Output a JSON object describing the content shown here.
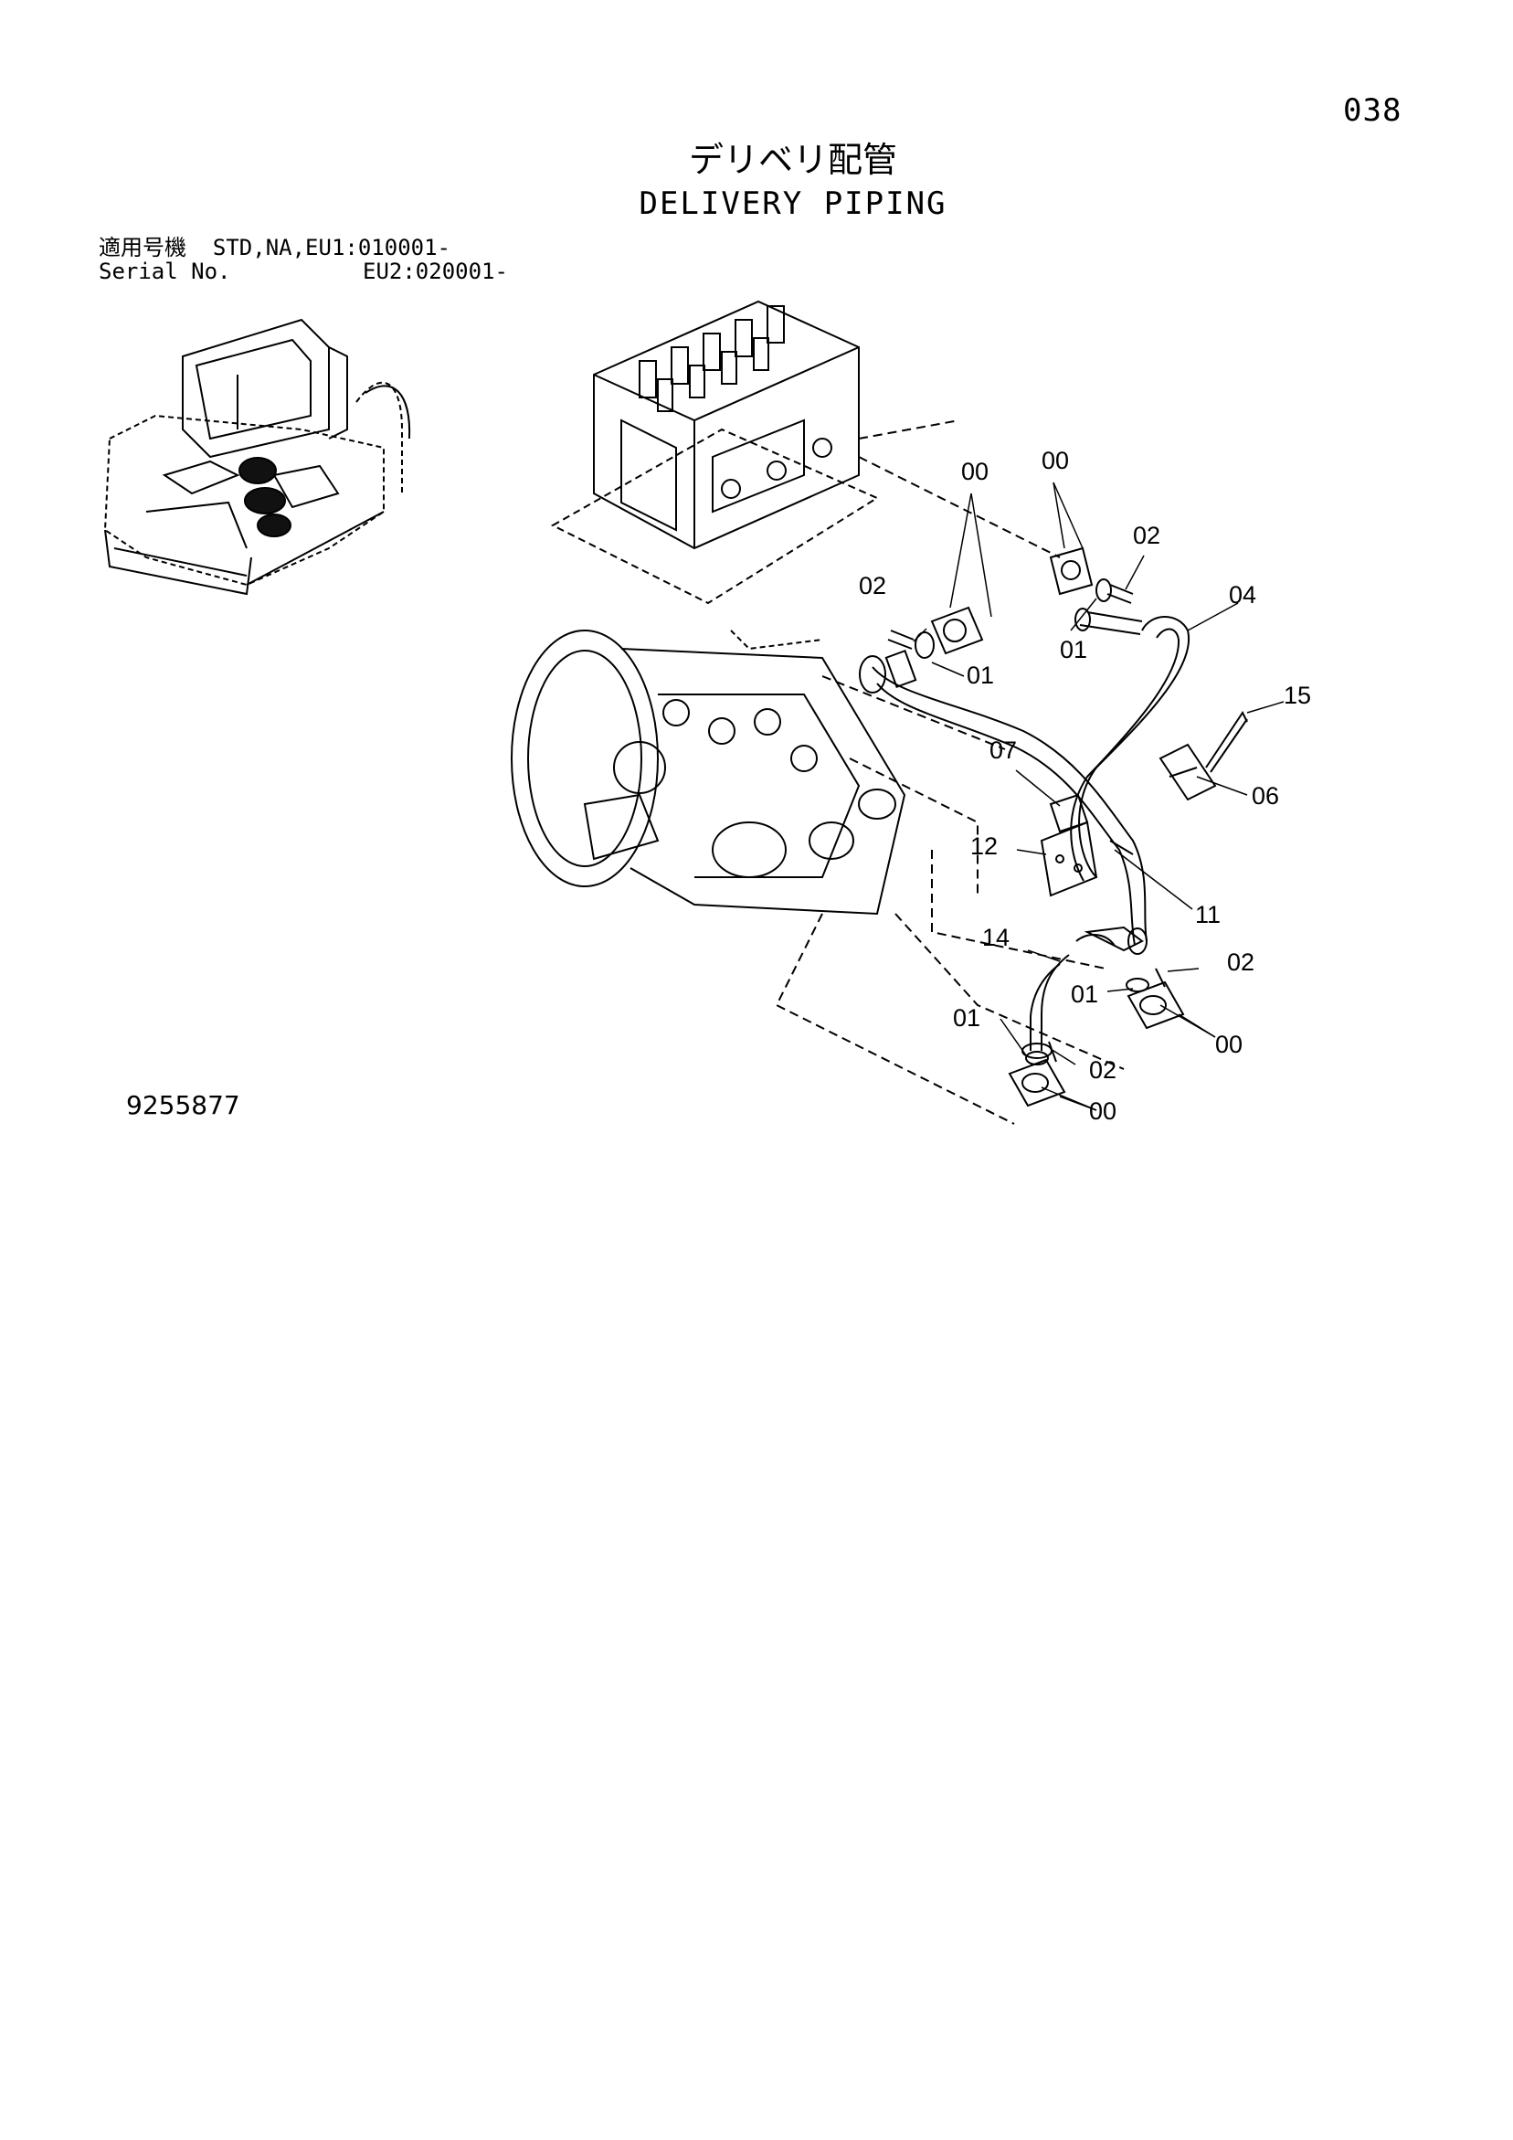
{
  "page_number": "038",
  "title_jp": "デリベリ配管",
  "title_en": "DELIVERY PIPING",
  "serial": {
    "label_jp": "適用号機",
    "label_en": "Serial No.",
    "line1": "STD,NA,EU1:010001-",
    "line2": "EU2:020001-"
  },
  "callouts": [
    "00",
    "00",
    "02",
    "04",
    "02",
    "01",
    "01",
    "01",
    "15",
    "07",
    "06",
    "12",
    "11",
    "14",
    "02",
    "01",
    "00",
    "01",
    "02",
    "00"
  ],
  "drawing_number": "9255877"
}
